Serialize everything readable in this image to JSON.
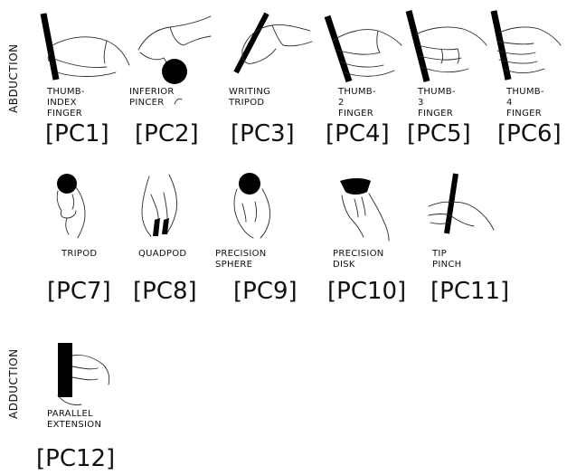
{
  "groups": [
    {
      "label": "ABDUCTION"
    },
    {
      "label": "ADDUCTION"
    }
  ],
  "grasps": [
    {
      "name": "THUMB-INDEX\nFINGER",
      "code": "[PC1]",
      "icon": "rod-grasp-icon"
    },
    {
      "name": "INFERIOR PINCER",
      "code": "[PC2]",
      "icon": "sphere-grasp-icon"
    },
    {
      "name": "WRITING TRIPOD",
      "code": "[PC3]",
      "icon": "pen-grasp-icon"
    },
    {
      "name": "THUMB-2\nFINGER",
      "code": "[PC4]",
      "icon": "rod-grasp-icon"
    },
    {
      "name": "THUMB-3\nFINGER",
      "code": "[PC5]",
      "icon": "rod-grasp-icon"
    },
    {
      "name": "THUMB-4\nFINGER",
      "code": "[PC6]",
      "icon": "rod-grasp-icon"
    },
    {
      "name": "TRIPOD",
      "code": "[PC7]",
      "icon": "ball-grasp-icon"
    },
    {
      "name": "QUADPOD",
      "code": "[PC8]",
      "icon": "quadpod-grasp-icon"
    },
    {
      "name": "PRECISION SPHERE",
      "code": "[PC9]",
      "icon": "sphere-grasp-icon"
    },
    {
      "name": "PRECISION DISK",
      "code": "[PC10]",
      "icon": "disk-grasp-icon"
    },
    {
      "name": "TIP PINCH",
      "code": "[PC11]",
      "icon": "rod-grasp-icon"
    },
    {
      "name": "PARALLEL\nEXTENSION",
      "code": "[PC12]",
      "icon": "block-grasp-icon"
    }
  ]
}
